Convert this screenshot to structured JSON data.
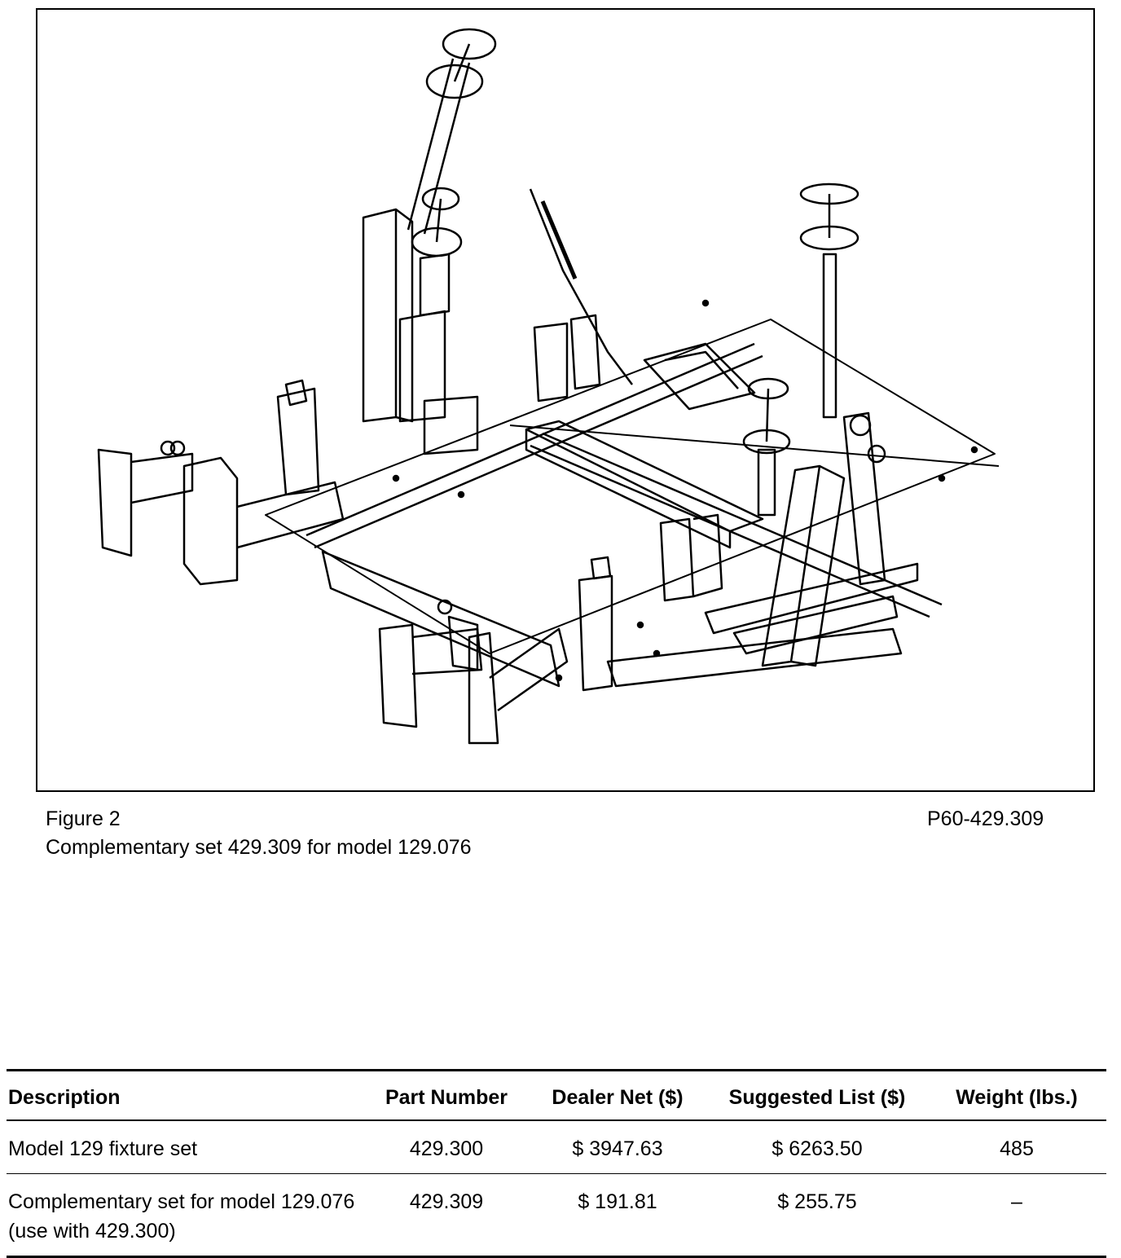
{
  "figure": {
    "label": "Figure 2",
    "caption": "Complementary set 429.309 for model 129.076",
    "code": "P60-429.309"
  },
  "table": {
    "headers": {
      "description": "Description",
      "part_number": "Part Number",
      "dealer_net": "Dealer Net ($)",
      "suggested_list": "Suggested List ($)",
      "weight": "Weight (lbs.)"
    },
    "rows": [
      {
        "description": "Model 129 fixture set",
        "part_number": "429.300",
        "dealer_net": "$ 3947.63",
        "suggested_list": "$ 6263.50",
        "weight": "485"
      },
      {
        "description": "Complementary set for model 129.076 (use with 429.300)",
        "part_number": "429.309",
        "dealer_net": "$ 191.81",
        "suggested_list": "$ 255.75",
        "weight": "–"
      }
    ]
  }
}
